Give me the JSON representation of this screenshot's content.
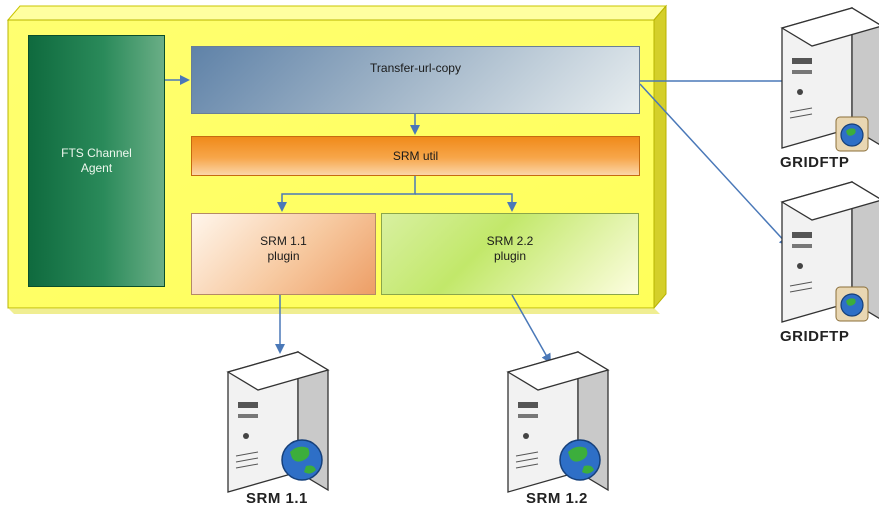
{
  "diagram": {
    "agent_label": [
      "FTS Channel",
      "Agent"
    ],
    "transfer_label": "Transfer-url-copy",
    "srm_util_label": "SRM util",
    "srm11_plugin_label": [
      "SRM 1.1",
      "plugin"
    ],
    "srm22_plugin_label": [
      "SRM 2.2",
      "plugin"
    ],
    "gridftp_label_1": "GRIDFTP",
    "gridftp_label_2": "GRIDFTP",
    "srm11_server_label": "SRM 1.1",
    "srm12_server_label": "SRM 1.2"
  },
  "colors": {
    "container": "#ffff66",
    "arrow": "#4a78b8"
  }
}
